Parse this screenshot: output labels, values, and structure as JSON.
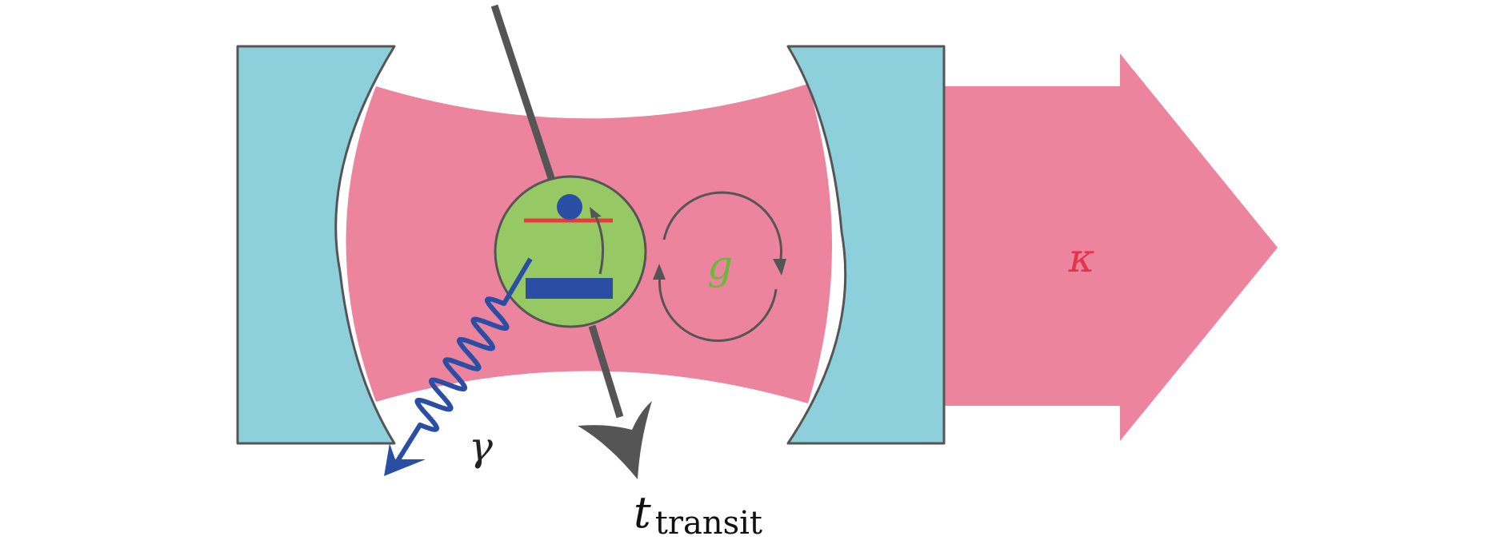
{
  "labels": {
    "coupling": "g",
    "cavity_decay": "κ",
    "spontaneous_emission": "γ",
    "transit_time_symbol": "t",
    "transit_time_subscript": "transit"
  },
  "colors": {
    "mirror": "#8dd0dc",
    "cavity_field": "#ec849e",
    "atom": "#96c864",
    "stroke": "#555555",
    "level": "#2a4ea3",
    "excited_line": "#e83a3a",
    "g_label": "#6cb83a",
    "kappa_label": "#e5334e",
    "gamma_label": "#222222",
    "transit_label": "#111111"
  }
}
